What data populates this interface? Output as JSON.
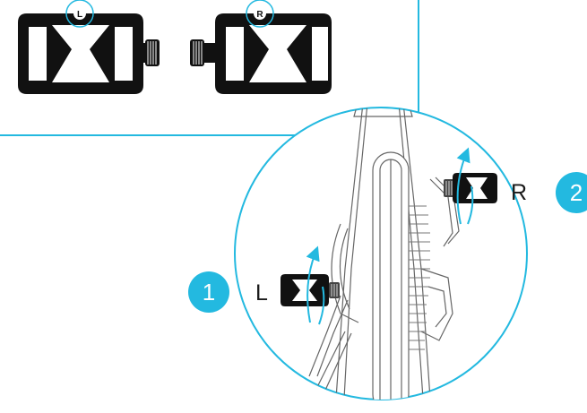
{
  "diagram": {
    "colors": {
      "accent": "#23b9e0",
      "ink": "#1a1a1a",
      "line": "#555555",
      "background": "#ffffff"
    },
    "inset": {
      "pedals": [
        {
          "side": "left",
          "letter": "L"
        },
        {
          "side": "right",
          "letter": "R"
        }
      ]
    },
    "detail": {
      "right_label": "R",
      "left_label": "L"
    },
    "steps": [
      {
        "number": "1"
      },
      {
        "number": "2"
      }
    ]
  }
}
